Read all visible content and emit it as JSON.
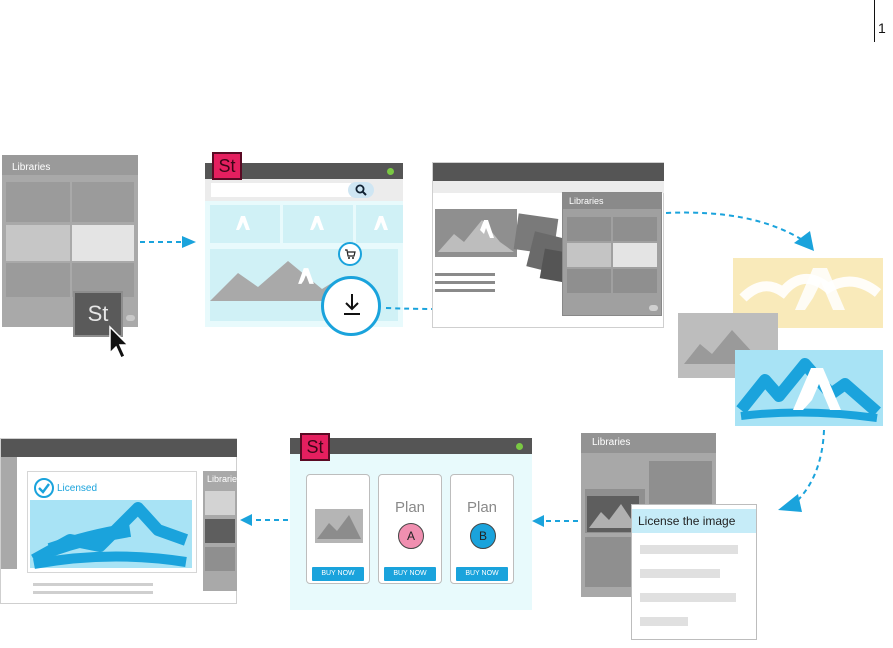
{
  "page": {
    "number": "1"
  },
  "step1": {
    "panel_title": "Libraries",
    "app_badge": "St"
  },
  "step2": {
    "app_badge": "St"
  },
  "step3": {
    "panel_title": "Libraries"
  },
  "step5": {
    "panel_title": "Libraries",
    "popup_title": "License the image"
  },
  "step6": {
    "app_badge": "St",
    "plan_a_title": "Plan",
    "plan_a_badge": "A",
    "plan_b_title": "Plan",
    "plan_b_badge": "B",
    "buy_label": "BUY NOW"
  },
  "step7": {
    "licensed_label": "Licensed",
    "panel_title": "Libraries"
  },
  "colors": {
    "accent_blue": "#1aa3dc",
    "stock_pink": "#e51f5f",
    "highlight_yellow": "#f7e3a3",
    "light_cyan": "#e8fafc",
    "plan_a_pink": "#f08fb0",
    "plan_b_blue": "#1aa3dc"
  },
  "icons": [
    "search-icon",
    "cart-icon",
    "download-icon",
    "cursor-icon",
    "checkmark-icon",
    "adobe-logo-icon",
    "cloud-icon"
  ]
}
